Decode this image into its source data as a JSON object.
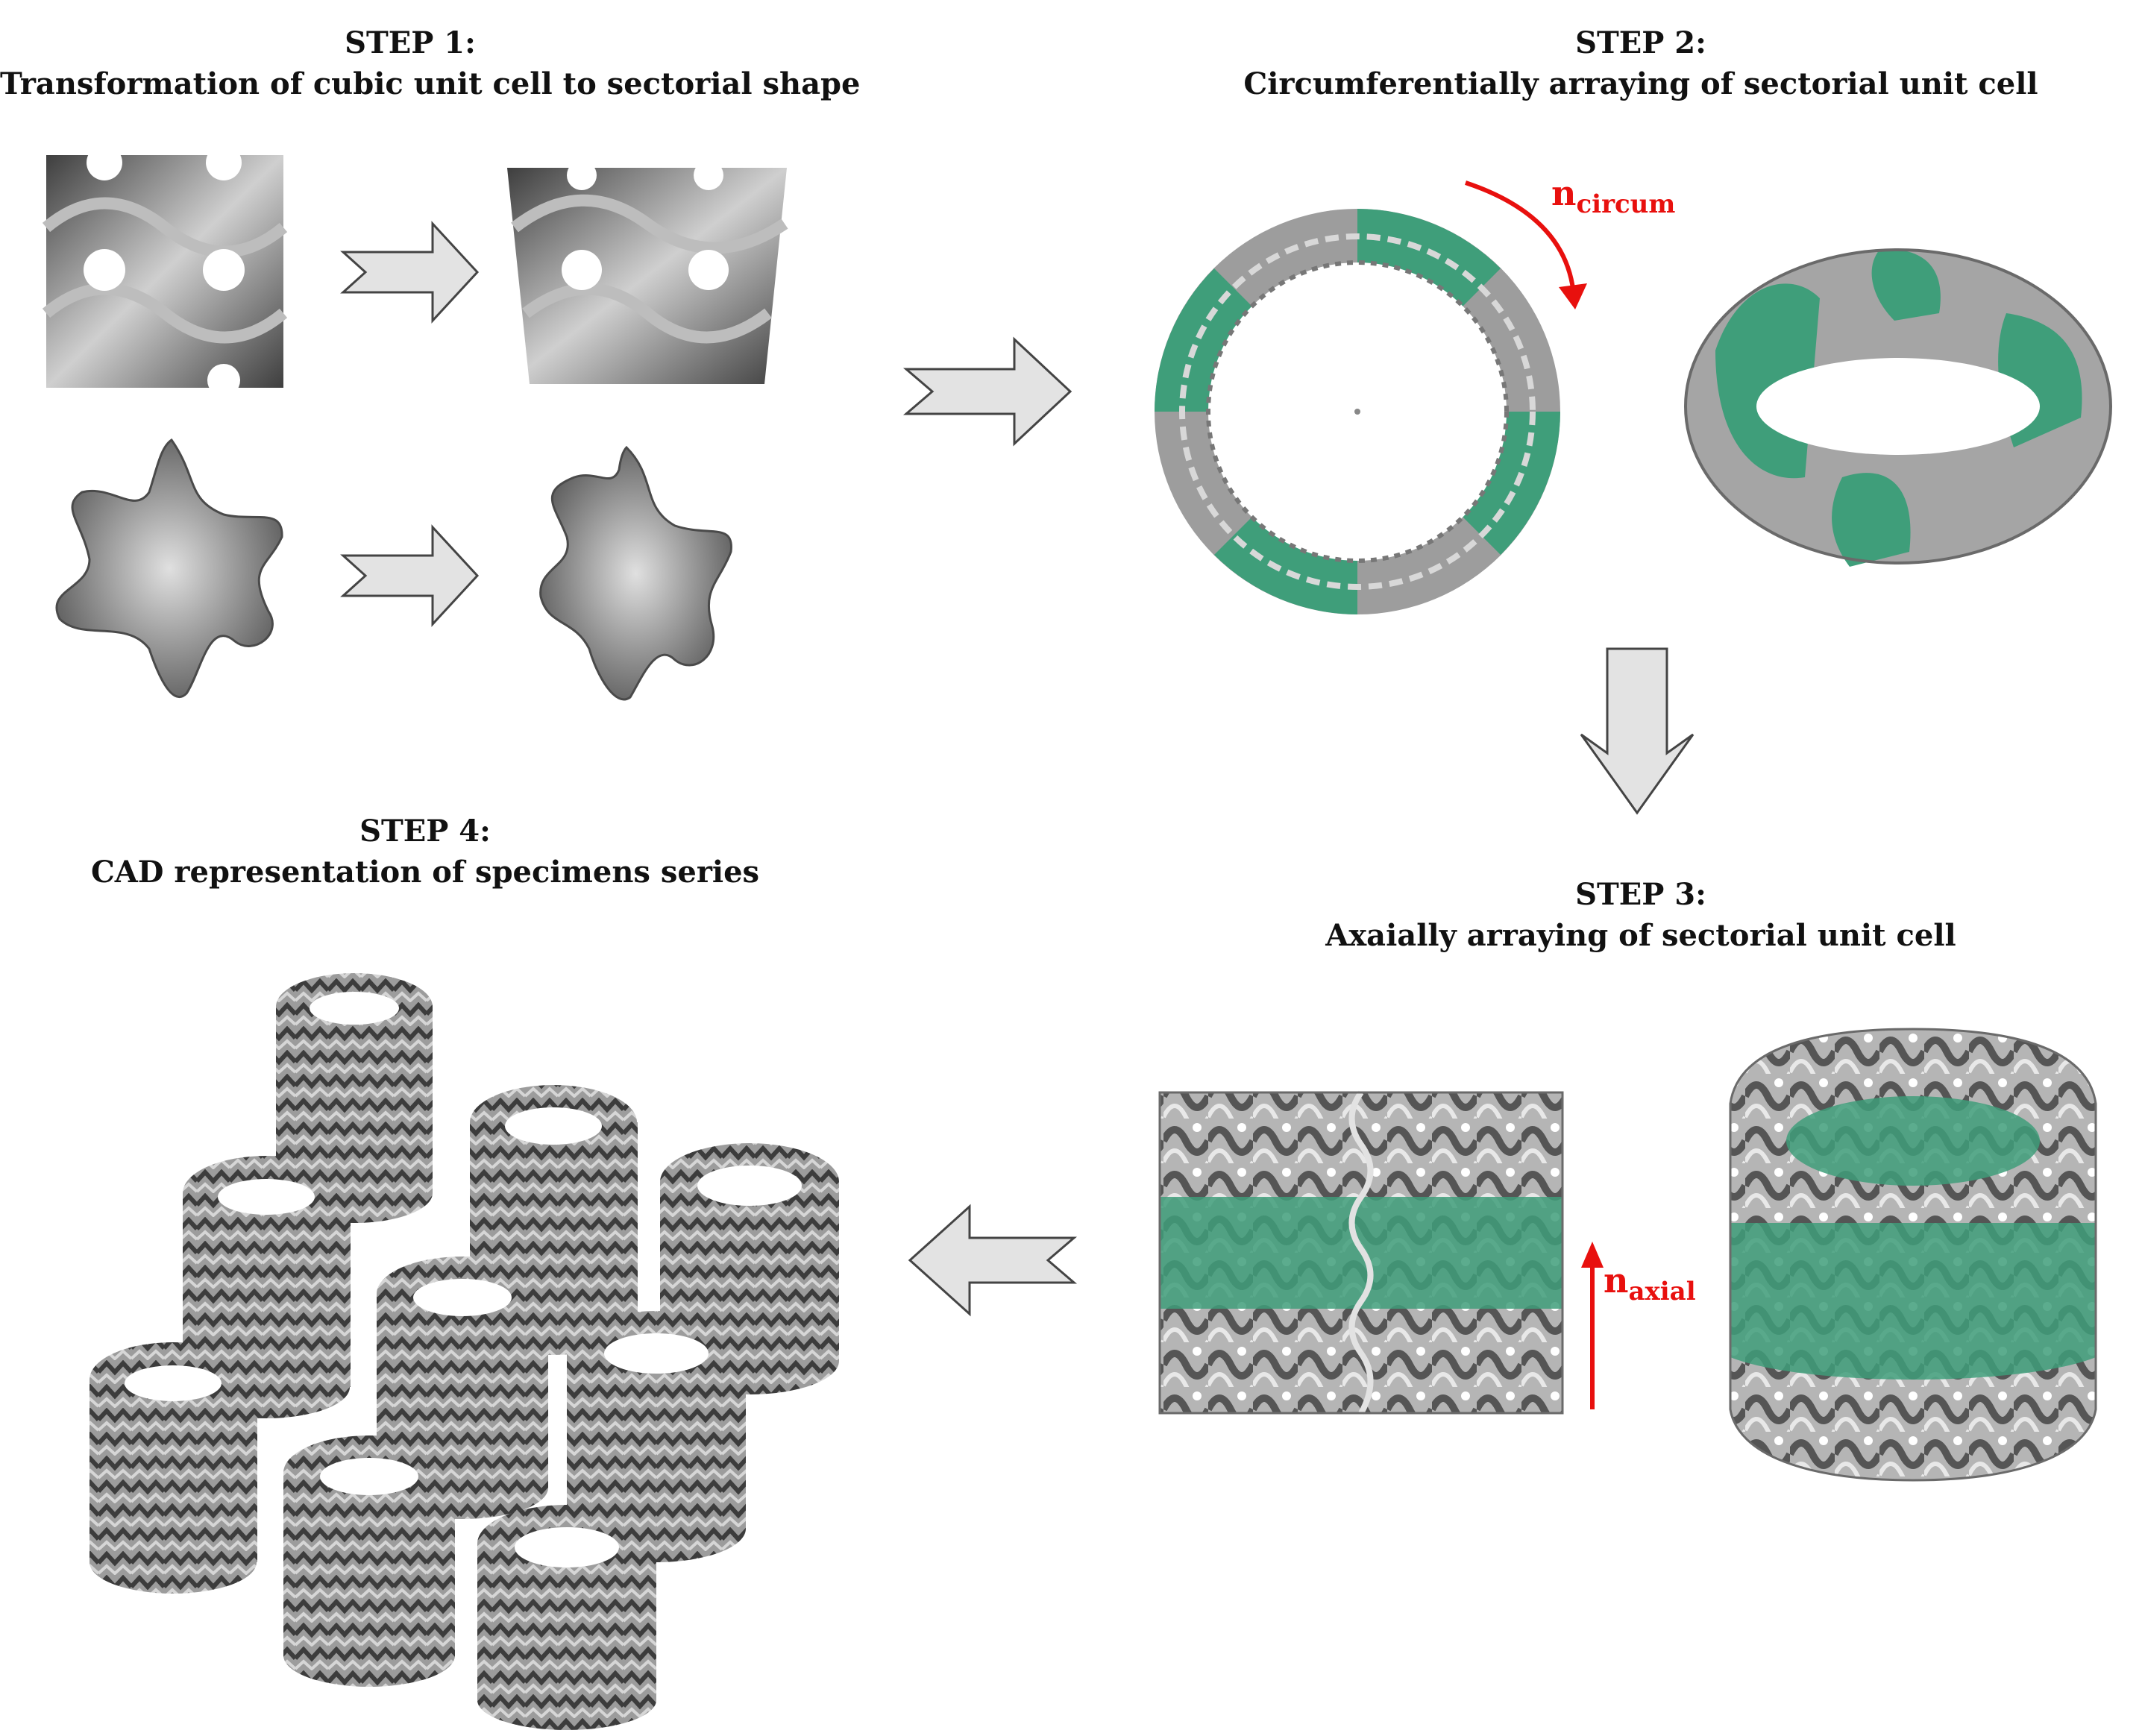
{
  "steps": [
    {
      "heading": "STEP 1:",
      "subtitle": "Transformation of cubic unit cell to sectorial shape"
    },
    {
      "heading": "STEP 2:",
      "subtitle": "Circumferentially arraying of sectorial unit cell"
    },
    {
      "heading": "STEP 3:",
      "subtitle": "Axaially arraying of sectorial unit cell"
    },
    {
      "heading": "STEP 4:",
      "subtitle": "CAD representation of specimens series"
    }
  ],
  "labels": {
    "circum": {
      "base": "n",
      "sub": "circum"
    },
    "axial": {
      "base": "n",
      "sub": "axial"
    }
  },
  "colors": {
    "accent_green": "#3f9e7a",
    "lattice_gray": "#a9a9a9",
    "lattice_dark": "#5a5a5a",
    "arrow_fill": "#e3e3e3",
    "arrow_stroke": "#444444",
    "direction_red": "#e8100e"
  }
}
